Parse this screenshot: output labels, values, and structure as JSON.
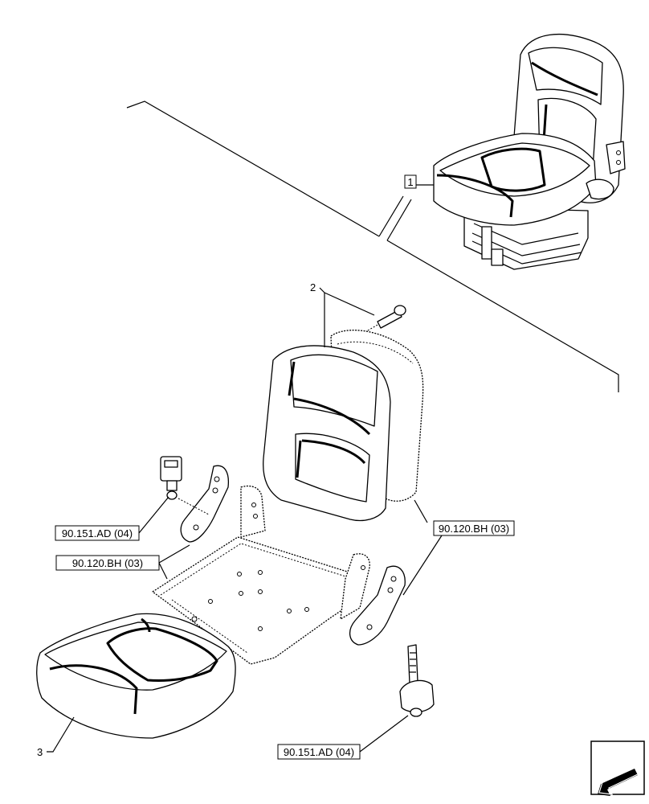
{
  "callouts": {
    "item1": "1",
    "item2": "2",
    "item3": "3",
    "ref_seatbelt_left": "90.151.AD (04)",
    "ref_bracket_left": "90.120.BH (03)",
    "ref_bracket_right": "90.120.BH (03)",
    "ref_seatbelt_right": "90.151.AD (04)"
  },
  "icons": {
    "nav": "arrow-icon"
  }
}
